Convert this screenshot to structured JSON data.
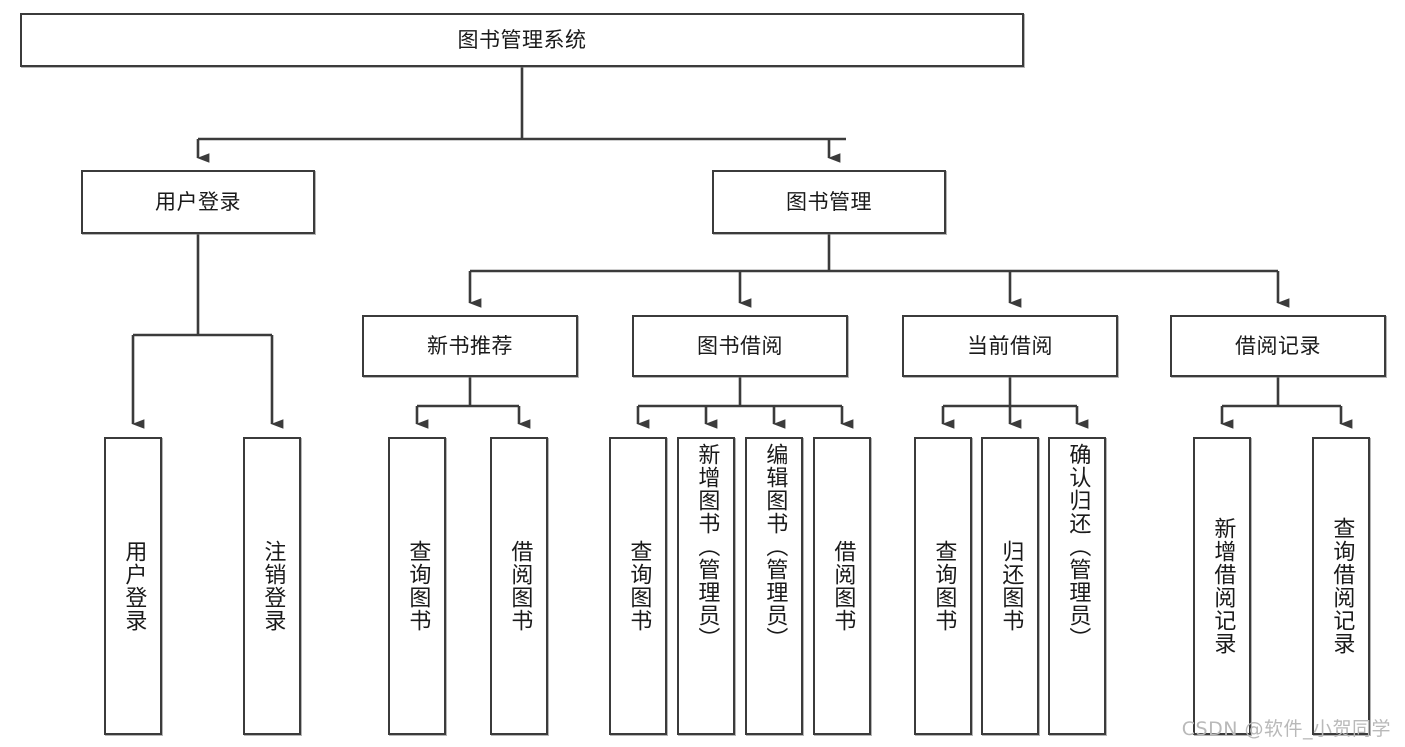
{
  "diagram": {
    "type": "tree",
    "title": "图书管理系统",
    "watermark": "CSDN @软件_小贺同学",
    "colors": {
      "background": "#ffffff",
      "stroke": "#3b3b3b",
      "text": "#1a1a1a",
      "watermark": "#b9b9b9"
    },
    "nodes": {
      "root": {
        "label": "图书管理系统"
      },
      "level2": [
        {
          "id": "user-login",
          "label": "用户登录"
        },
        {
          "id": "book-management",
          "label": "图书管理"
        }
      ],
      "level3": [
        {
          "id": "new-book-recommend",
          "label": "新书推荐"
        },
        {
          "id": "book-borrow",
          "label": "图书借阅"
        },
        {
          "id": "current-borrow",
          "label": "当前借阅"
        },
        {
          "id": "borrow-record",
          "label": "借阅记录"
        }
      ],
      "leaves": {
        "user_login": [
          {
            "id": "leaf-user-login",
            "label": "用户登录"
          },
          {
            "id": "leaf-logout-login",
            "label": "注销登录"
          }
        ],
        "new_book_recommend": [
          {
            "id": "leaf-query-book-1",
            "label": "查询图书"
          },
          {
            "id": "leaf-borrow-book-1",
            "label": "借阅图书"
          }
        ],
        "book_borrow": [
          {
            "id": "leaf-query-book-2",
            "label": "查询图书"
          },
          {
            "id": "leaf-add-book",
            "label": "新增图书（管理员）"
          },
          {
            "id": "leaf-edit-book",
            "label": "编辑图书（管理员）"
          },
          {
            "id": "leaf-borrow-book-2",
            "label": "借阅图书"
          }
        ],
        "current_borrow": [
          {
            "id": "leaf-query-book-3",
            "label": "查询图书"
          },
          {
            "id": "leaf-return-book",
            "label": "归还图书"
          },
          {
            "id": "leaf-confirm-return",
            "label": "确认归还（管理员）"
          }
        ],
        "borrow_record": [
          {
            "id": "leaf-add-record",
            "label": "新增借阅记录"
          },
          {
            "id": "leaf-query-record",
            "label": "查询借阅记录"
          }
        ]
      }
    }
  }
}
